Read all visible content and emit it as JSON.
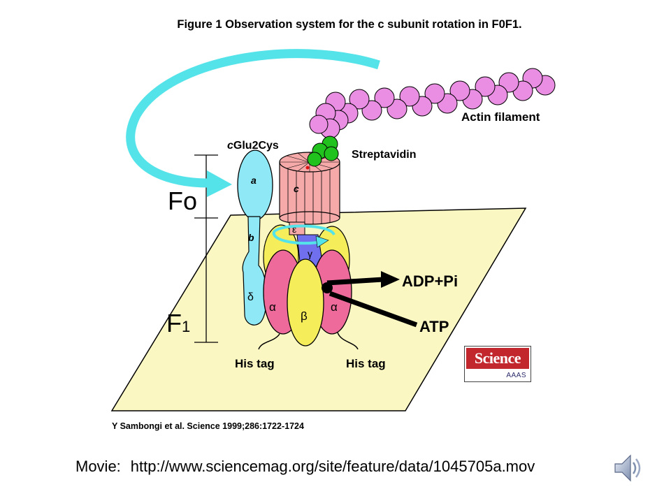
{
  "title": "Figure 1 Observation system for the c subunit rotation in F0F1.",
  "citation": "Y Sambongi et al. Science 1999;286:1722-1724",
  "movie": {
    "label": "Movie:",
    "url": "http://www.sciencemag.org/site/feature/data/1045705a.mov"
  },
  "diagram_labels": {
    "actin": "Actin filament",
    "streptavidin": "Streptavidin",
    "cglu2cys_prefix": "c",
    "cglu2cys_rest": "Glu2Cys",
    "fo": "Fo",
    "f1": "F",
    "f1_sub": "1",
    "subunit_a": "a",
    "subunit_b": "b",
    "subunit_c": "c",
    "epsilon": "ε",
    "gamma": "γ",
    "delta": "δ",
    "alpha_left": "α",
    "beta": "β",
    "alpha_right": "α",
    "adp_pi": "ADP+Pi",
    "atp": "ATP",
    "his_tag_left": "His tag",
    "his_tag_right": "His tag"
  },
  "logo": {
    "top_text": "Science",
    "bottom_text": "AAAS"
  },
  "colors": {
    "rotation_arrow": "#55e3ea",
    "actin": "#e98ee3",
    "streptavidin": "#22c21e",
    "c_ring": "#f5a9a9",
    "a_subunit": "#8ee8f5",
    "gamma": "#7070ee",
    "alpha": "#ee6a9a",
    "beta": "#f5ee5a",
    "platform": "#fbf7c3",
    "logo_red": "#c1272d"
  },
  "icons": {
    "speaker": "speaker-icon"
  }
}
